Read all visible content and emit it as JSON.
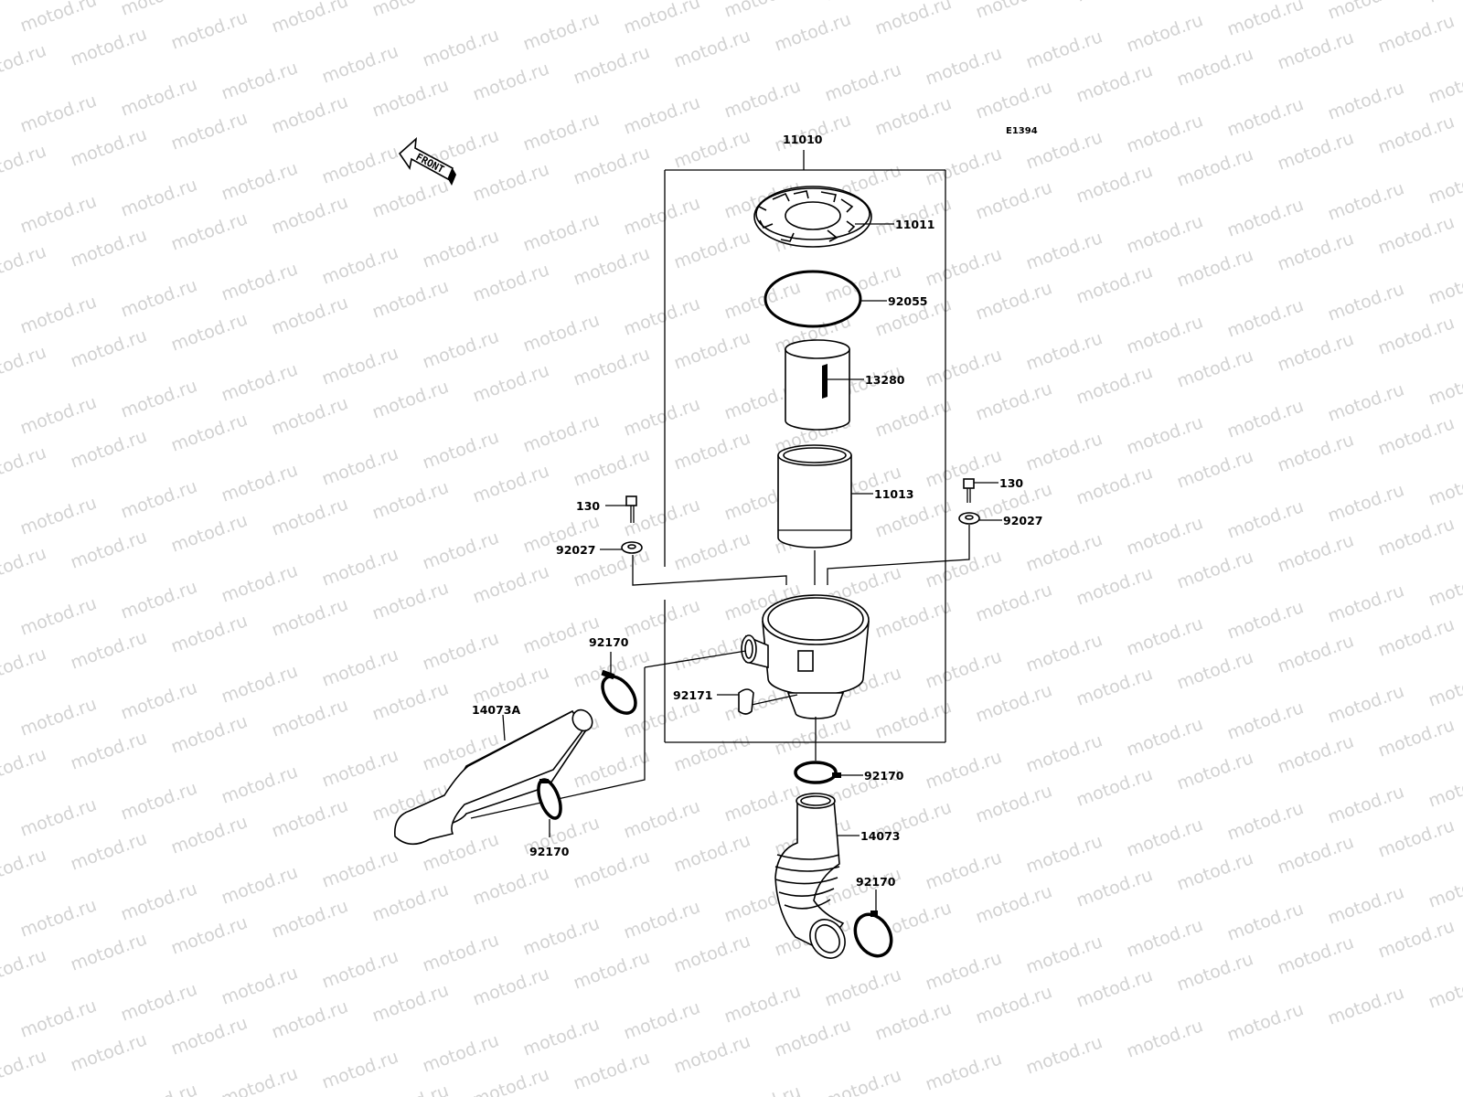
{
  "watermark": {
    "text": "motod.ru"
  },
  "diagram": {
    "code": "E1394",
    "front_label": "FRONT",
    "labels": {
      "p11010": "11010",
      "p11011": "11011",
      "p92055": "92055",
      "p13280": "13280",
      "p11013": "11013",
      "p130_left": "130",
      "p92027_left": "92027",
      "p130_right": "130",
      "p92027_right": "92027",
      "p92170_upper": "92170",
      "p92171": "92171",
      "p14073A": "14073A",
      "p92170_lower_left": "92170",
      "p92170_mid": "92170",
      "p14073": "14073",
      "p92170_bottom": "92170"
    }
  }
}
